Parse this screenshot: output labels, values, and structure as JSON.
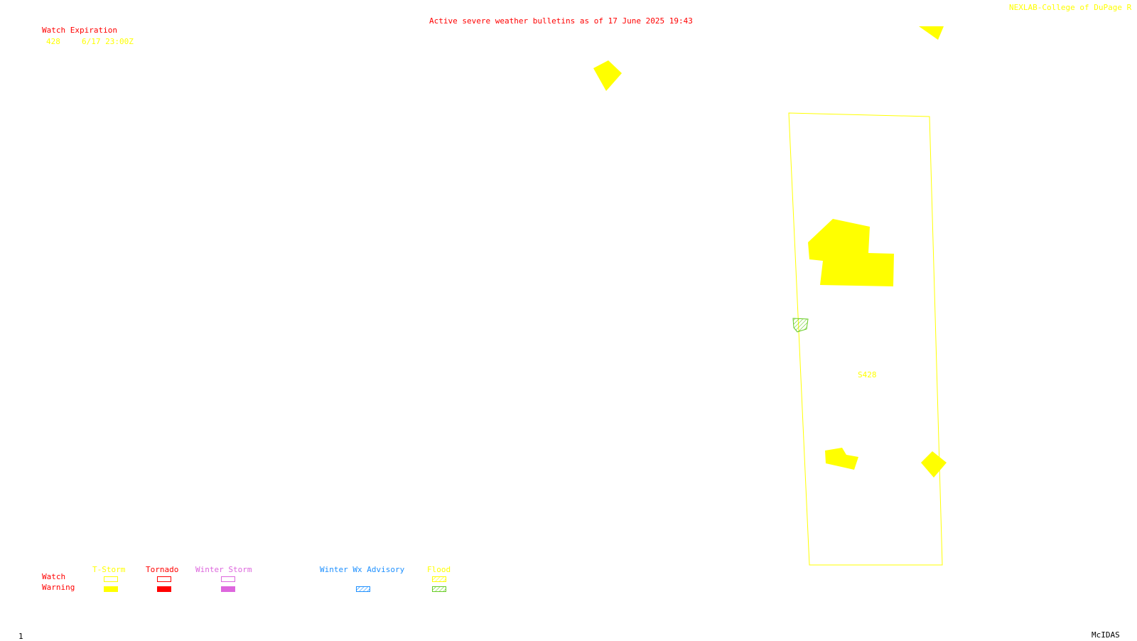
{
  "header": {
    "title": "Active severe weather bulletins as of 17 June 2025 19:43",
    "credit": "NEXLAB-College of DuPage R"
  },
  "watch_expiration": {
    "heading": "Watch Expiration",
    "rows": [
      {
        "number": "428",
        "time": "6/17 23:00Z"
      }
    ]
  },
  "map": {
    "watch_label": "S428"
  },
  "legend": {
    "row_labels": {
      "watch": "Watch",
      "warning": "Warning"
    },
    "categories": [
      {
        "name": "T-Storm",
        "color": "#ffff00"
      },
      {
        "name": "Tornado",
        "color": "#ff0000"
      },
      {
        "name": "Winter Storm",
        "color": "#dd66dd"
      },
      {
        "name": "Winter Wx Advisory",
        "color": "#1e90ff"
      },
      {
        "name": "Flood",
        "color": "#ffff00",
        "warning_color": "#66cc22"
      }
    ]
  },
  "footer": {
    "frame": "1",
    "software": "McIDAS"
  },
  "colors": {
    "background": "#ffffff",
    "title": "#ff0000",
    "credit": "#ffff00",
    "tstorm": "#ffff00",
    "tornado": "#ff0000",
    "winter_storm": "#dd66dd",
    "winter_advisory": "#1e90ff",
    "flood_warning": "#66cc22"
  }
}
